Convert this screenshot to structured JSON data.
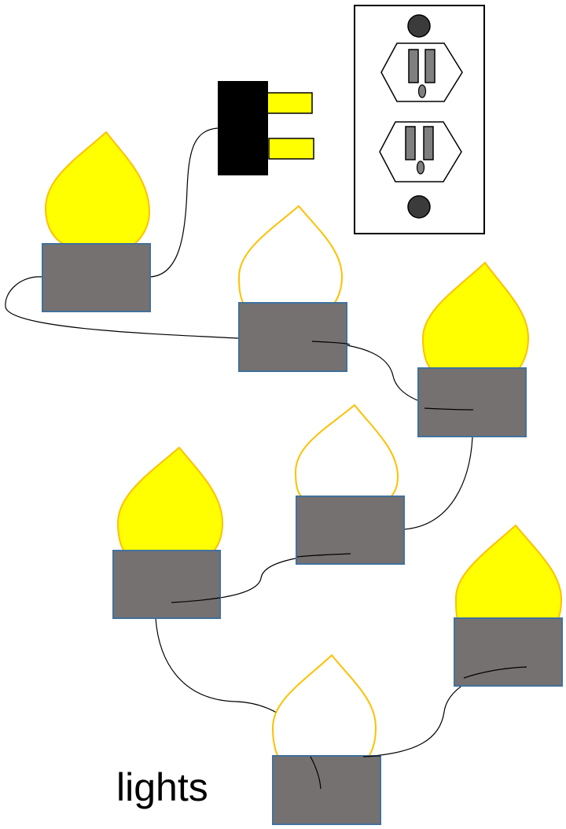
{
  "caption": "lights",
  "colors": {
    "bulb_on_fill": "#ffff00",
    "bulb_outline": "#ffc000",
    "bulb_off_fill": "#ffffff",
    "base_fill": "#757171",
    "base_stroke": "#41719c",
    "plug_body": "#000000",
    "plug_prong": "#ffff00",
    "outlet_slot": "#7f7f7f",
    "outlet_screw": "#3b3b3b",
    "wire": "#000000"
  },
  "bulbs": [
    {
      "id": "bulb-1",
      "lit": true
    },
    {
      "id": "bulb-2",
      "lit": false
    },
    {
      "id": "bulb-3",
      "lit": true
    },
    {
      "id": "bulb-4",
      "lit": false
    },
    {
      "id": "bulb-5",
      "lit": true
    },
    {
      "id": "bulb-6",
      "lit": true
    },
    {
      "id": "bulb-7",
      "lit": false
    }
  ]
}
